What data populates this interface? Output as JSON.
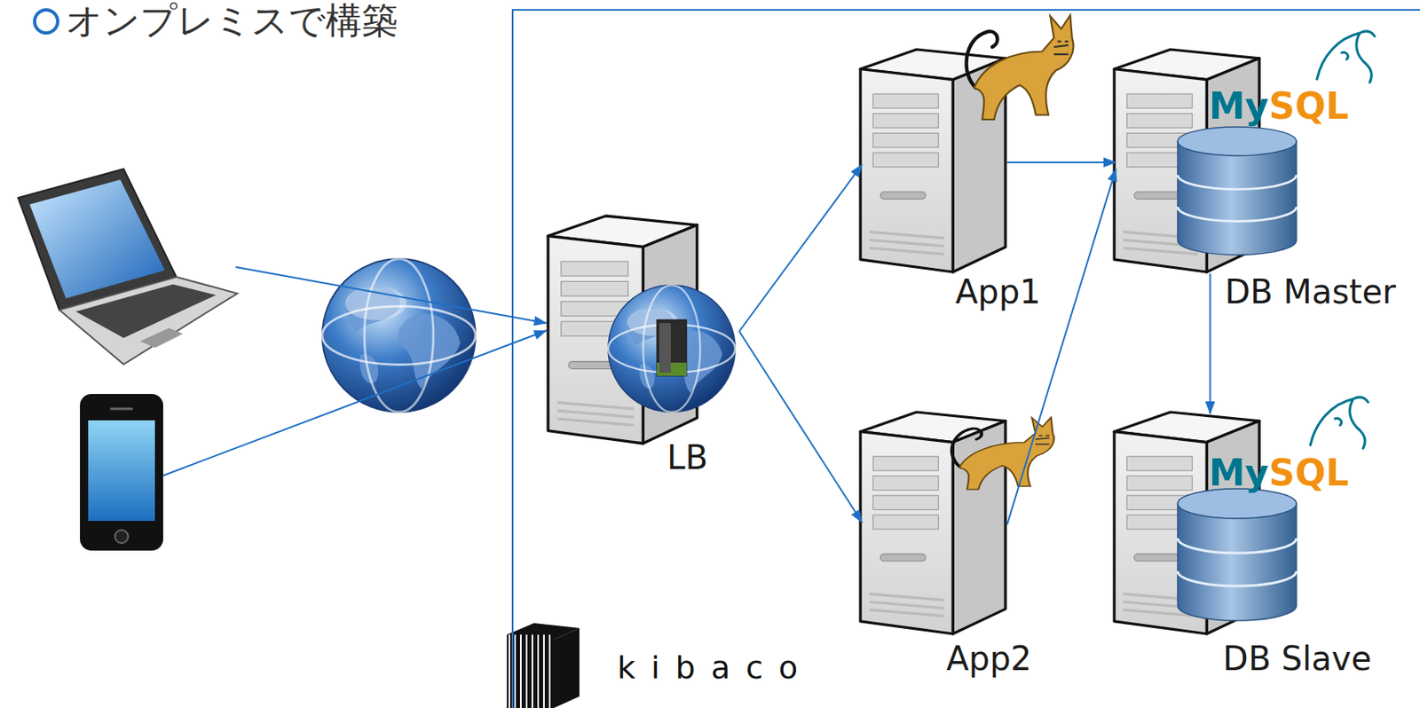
{
  "diagram": {
    "title": "オンプレミスで構築",
    "nodes": [
      {
        "text": [
          "kibaco"
        ]
      },
      {
        "text": [
          "LB"
        ],
        "in": 0
      },
      {
        "text": [
          "App1"
        ],
        "in": 0
      },
      {
        "text": [
          "DB Master"
        ],
        "in": 0
      },
      {
        "text": [
          "App2"
        ],
        "in": 0
      },
      {
        "text": [
          "DB Slave"
        ],
        "in": 0
      }
    ],
    "edges": [
      {
        "from": 1,
        "to": 2,
        "arrow": "to"
      },
      {
        "from": 1,
        "to": 4,
        "arrow": "to"
      },
      {
        "from": 2,
        "to": 3,
        "arrow": "to"
      },
      {
        "from": 4,
        "to": 3,
        "arrow": "to"
      },
      {
        "from": 3,
        "to": 5,
        "arrow": "to"
      }
    ],
    "labels": [
      "MySQL",
      "MySQL"
    ]
  }
}
